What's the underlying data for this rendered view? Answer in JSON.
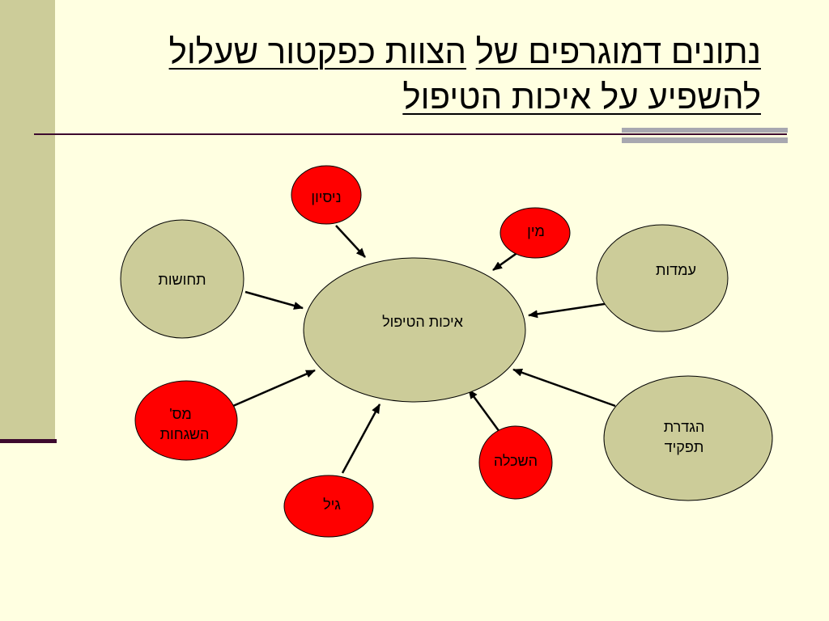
{
  "title": {
    "line1_part1": "נתונים דמוגרפים של",
    "line1_part2": "הצוות כפקטור שעלול",
    "line2": "להשפיע על איכות  הטיפול"
  },
  "colors": {
    "background": "#FFFFE1",
    "sidebar": "#CCCC99",
    "rule": "#3D0A2E",
    "node_olive": "#CCCC99",
    "node_red": "#FF0000",
    "stroke": "#000000"
  },
  "diagram": {
    "center": {
      "label": "איכות הטיפול"
    },
    "nodes": [
      {
        "id": "experience",
        "lines": [
          "ניסיון"
        ]
      },
      {
        "id": "gender",
        "lines": [
          "מין"
        ]
      },
      {
        "id": "attitudes",
        "lines": [
          "עמדות"
        ]
      },
      {
        "id": "feelings",
        "lines": [
          "תחושות"
        ]
      },
      {
        "id": "role-definition",
        "lines": [
          "הגדרת",
          "תפקיד"
        ]
      },
      {
        "id": "supervision-count",
        "lines": [
          "מס'",
          "השגחות"
        ]
      },
      {
        "id": "education",
        "lines": [
          "השכלה"
        ]
      },
      {
        "id": "age",
        "lines": [
          "גיל"
        ]
      }
    ]
  }
}
